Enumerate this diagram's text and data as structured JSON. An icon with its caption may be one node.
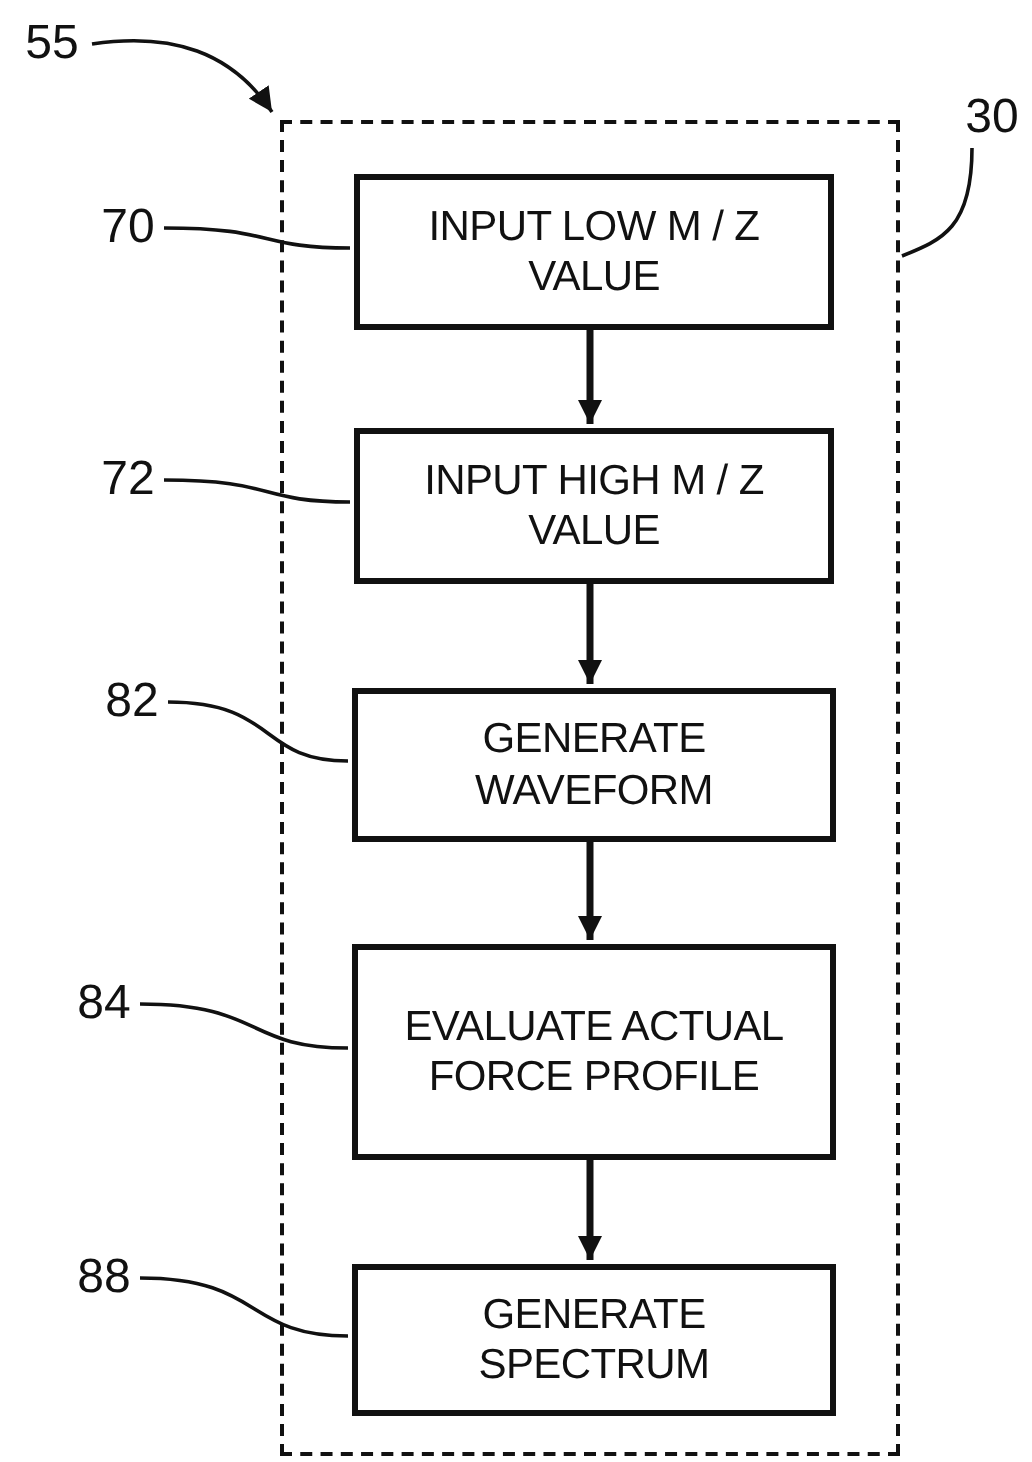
{
  "diagram": {
    "nodes": [
      {
        "text": [],
        "shape": "box"
      },
      {
        "text": [
          "INPUT LOW M / Z VALUE"
        ],
        "in": 0
      },
      {
        "text": [
          "INPUT HIGH M / Z VALUE"
        ],
        "in": 0
      },
      {
        "text": [
          "GENERATE WAVEFORM"
        ],
        "in": 0
      },
      {
        "text": [
          "EVALUATE ACTUAL FORCE PROFILE"
        ],
        "in": 0
      },
      {
        "text": [
          "GENERATE SPECTRUM"
        ],
        "in": 0
      },
      {
        "text": [
          "55"
        ]
      },
      {
        "text": [
          "30"
        ]
      },
      {
        "text": [
          "70"
        ]
      },
      {
        "text": [
          "72"
        ]
      },
      {
        "text": [
          "82"
        ]
      },
      {
        "text": [
          "84"
        ]
      },
      {
        "text": [
          "88"
        ]
      }
    ],
    "edges": [
      {
        "from": 1,
        "to": 2,
        "arrow": "to",
        "style": "thick"
      },
      {
        "from": 2,
        "to": 3,
        "arrow": "to",
        "style": "thick"
      },
      {
        "from": 3,
        "to": 4,
        "arrow": "to",
        "style": "thick"
      },
      {
        "from": 4,
        "to": 5,
        "arrow": "to",
        "style": "thick"
      },
      {
        "from": 6,
        "to": 0,
        "arrow": "to"
      },
      {
        "from": 7,
        "to": 0,
        "arrow": "none"
      },
      {
        "from": 8,
        "to": 1,
        "arrow": "none"
      },
      {
        "from": 9,
        "to": 2,
        "arrow": "none"
      },
      {
        "from": 10,
        "to": 3,
        "arrow": "none"
      },
      {
        "from": 11,
        "to": 4,
        "arrow": "none"
      },
      {
        "from": 12,
        "to": 5,
        "arrow": "none"
      }
    ]
  }
}
